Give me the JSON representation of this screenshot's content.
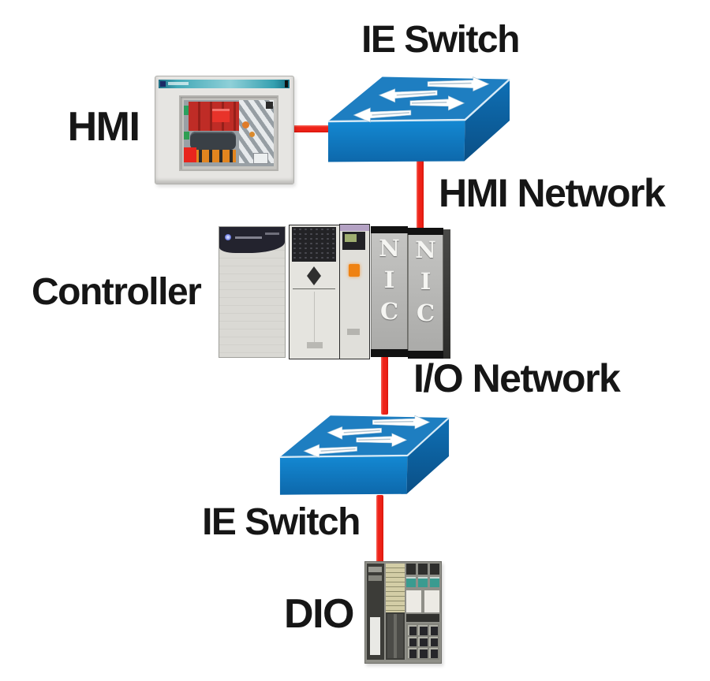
{
  "diagram": {
    "labels": {
      "ie_switch_top": "IE Switch",
      "hmi": "HMI",
      "hmi_network": "HMI Network",
      "controller": "Controller",
      "io_network": "I/O Network",
      "ie_switch_bottom": "IE Switch",
      "dio": "DIO"
    },
    "controller_nics": [
      {
        "letters": [
          "N",
          "I",
          "C"
        ]
      },
      {
        "letters": [
          "N",
          "I",
          "C"
        ]
      }
    ],
    "icons": {
      "ie_switch": "blue-3d-ethernet-switch-with-white-arrows",
      "hmi": "touch-panel-photo",
      "controller": "plc-rack-photo",
      "dio": "distributed-io-module-photo"
    },
    "colors": {
      "network_link": "#ee2218",
      "switch_top_face": "#1e7ec1",
      "switch_front_face": "#1287d2",
      "switch_side_face": "#0c5c9c",
      "switch_arrow": "#ffffff",
      "label_text": "#161616",
      "nic_letter": "#f5f5f2",
      "background": "#ffffff"
    }
  }
}
